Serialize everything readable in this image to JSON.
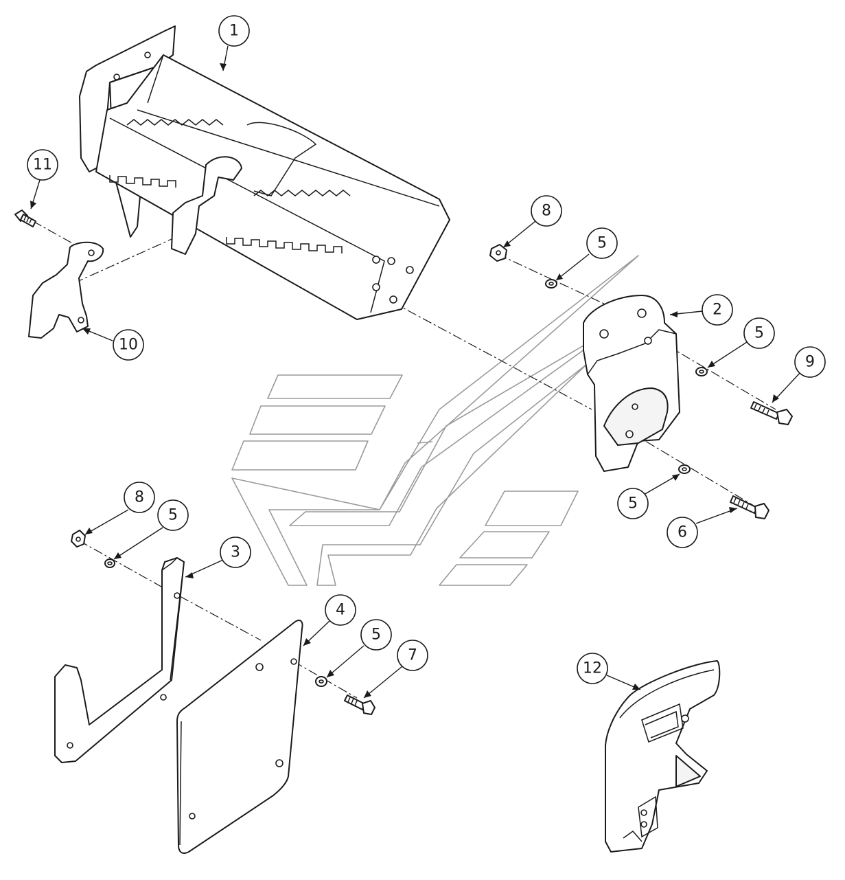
{
  "callouts": [
    {
      "id": "c1",
      "label": "1"
    },
    {
      "id": "c2",
      "label": "2"
    },
    {
      "id": "c3",
      "label": "3"
    },
    {
      "id": "c4",
      "label": "4"
    },
    {
      "id": "c5a",
      "label": "5"
    },
    {
      "id": "c5b",
      "label": "5"
    },
    {
      "id": "c5c",
      "label": "5"
    },
    {
      "id": "c5d",
      "label": "5"
    },
    {
      "id": "c5e",
      "label": "5"
    },
    {
      "id": "c6",
      "label": "6"
    },
    {
      "id": "c7",
      "label": "7"
    },
    {
      "id": "c8a",
      "label": "8"
    },
    {
      "id": "c8b",
      "label": "8"
    },
    {
      "id": "c9",
      "label": "9"
    },
    {
      "id": "c10",
      "label": "10"
    },
    {
      "id": "c11",
      "label": "11"
    },
    {
      "id": "c12",
      "label": "12"
    }
  ],
  "colors": {
    "line": "#1a1a1a",
    "watermark": "#9a9a9a",
    "background": "#ffffff"
  }
}
